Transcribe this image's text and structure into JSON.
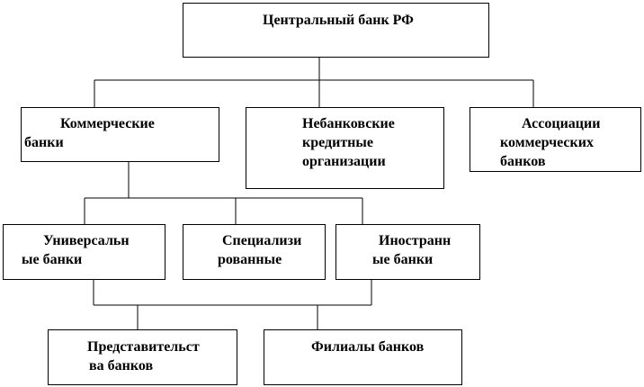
{
  "diagram": {
    "nodes": {
      "central_bank": {
        "label": "Центральный банк РФ"
      },
      "commercial_banks": {
        "label": "Коммерческие\nбанки"
      },
      "non_bank_credit_orgs": {
        "label": "Небанковские\nкредитные\nорганизации"
      },
      "bank_associations": {
        "label": "Ассоциации\nкоммерческих\nбанков"
      },
      "universal_banks": {
        "label": "Универсальн\nые банки"
      },
      "specialized_banks": {
        "label": "Специализи\nрованные"
      },
      "foreign_banks": {
        "label": "Иностранн\nые банки"
      },
      "representative_offices": {
        "label": "Представительст\nва банков"
      },
      "bank_branches": {
        "label": "Филиалы банков"
      }
    },
    "edges": [
      {
        "from": "central_bank",
        "to": "commercial_banks"
      },
      {
        "from": "central_bank",
        "to": "non_bank_credit_orgs"
      },
      {
        "from": "central_bank",
        "to": "bank_associations"
      },
      {
        "from": "commercial_banks",
        "to": "universal_banks"
      },
      {
        "from": "commercial_banks",
        "to": "specialized_banks"
      },
      {
        "from": "commercial_banks",
        "to": "foreign_banks"
      },
      {
        "from": "universal_banks",
        "to": "representative_offices"
      },
      {
        "from": "universal_banks",
        "to": "bank_branches"
      },
      {
        "from": "foreign_banks",
        "to": "representative_offices"
      },
      {
        "from": "foreign_banks",
        "to": "bank_branches"
      }
    ]
  }
}
